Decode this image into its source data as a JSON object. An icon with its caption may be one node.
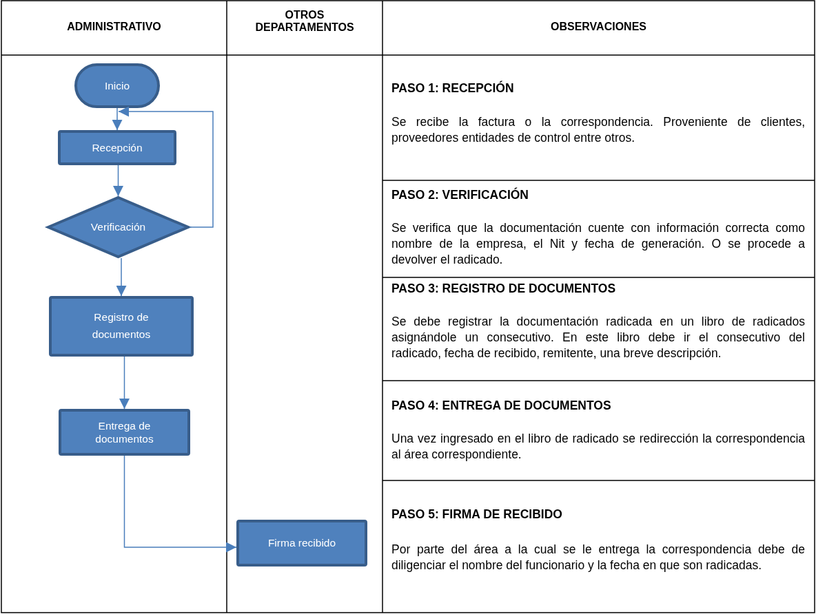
{
  "diagram": {
    "nodes": [
      {
        "text": [
          "Inicio"
        ]
      },
      {
        "text": [
          "Recepción"
        ]
      },
      {
        "text": [
          "Verificación"
        ]
      },
      {
        "text": [
          "Registro de documentos"
        ]
      },
      {
        "text": [
          "Entrega de documentos"
        ]
      },
      {
        "text": [
          "Firma recibido"
        ]
      }
    ],
    "edges": [
      {
        "from": 0,
        "to": 1,
        "arrow": "to"
      },
      {
        "from": 1,
        "to": 2,
        "arrow": "to"
      },
      {
        "from": 2,
        "to": 1,
        "arrow": "to"
      },
      {
        "from": 2,
        "to": 3,
        "arrow": "to"
      },
      {
        "from": 3,
        "to": 4,
        "arrow": "to"
      },
      {
        "from": 4,
        "to": 5,
        "arrow": "to"
      }
    ],
    "labels": [
      "ADMINISTRATIVO",
      "OTROS DEPARTAMENTOS",
      "OBSERVACIONES",
      "PASO 1: RECEPCIÓN",
      "Se recibe la factura o la correspondencia. Proveniente de clientes, proveedores entidades de control entre otros.",
      "PASO 2: VERIFICACIÓN",
      "Se verifica que la documentación cuente con información correcta como nombre de la empresa, el Nit y fecha de generación. O se procede a devolver el radicado.",
      "PASO 3: REGISTRO DE DOCUMENTOS",
      "Se debe registrar la documentación radicada en un libro de radicados asignándole un consecutivo. En este libro debe ir el consecutivo del radicado, fecha de recibido, remitente, una breve descripción.",
      "PASO 4: ENTREGA DE DOCUMENTOS",
      "Una vez ingresado en el libro de radicado se redirección la correspondencia al área correspondiente.",
      "PASO 5: FIRMA DE RECIBIDO",
      "Por parte del área a la cual se le entrega la correspondencia debe de diligenciar el nombre del funcionario y la fecha en que son radicadas."
    ]
  }
}
